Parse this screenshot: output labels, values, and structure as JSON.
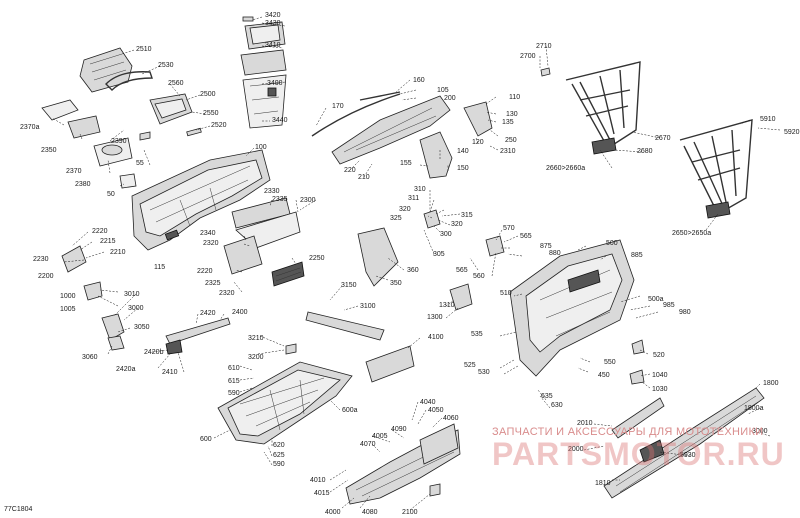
{
  "diagram": {
    "code": "77C1804",
    "watermark": {
      "line1": "ЗАПЧАСТИ И АКСЕССУАРЫ ДЛЯ МОТОТЕХНИКИ",
      "line2": "PARTSMOTOR.RU"
    },
    "labels": [
      {
        "id": "l3420",
        "text": "3420"
      },
      {
        "id": "l3430",
        "text": "3430"
      },
      {
        "id": "l3410",
        "text": "3410"
      },
      {
        "id": "l3400",
        "text": "3400"
      },
      {
        "id": "l3440",
        "text": "3440"
      },
      {
        "id": "l2510",
        "text": "2510"
      },
      {
        "id": "l2530",
        "text": "2530"
      },
      {
        "id": "l2560",
        "text": "2560"
      },
      {
        "id": "l2500",
        "text": "2500"
      },
      {
        "id": "l2550",
        "text": "2550"
      },
      {
        "id": "l2520",
        "text": "2520"
      },
      {
        "id": "l2370a",
        "text": "2370a"
      },
      {
        "id": "l2350",
        "text": "2350"
      },
      {
        "id": "l2390",
        "text": "2390"
      },
      {
        "id": "l2370",
        "text": "2370"
      },
      {
        "id": "l2380",
        "text": "2380"
      },
      {
        "id": "l55",
        "text": "55"
      },
      {
        "id": "l50",
        "text": "50"
      },
      {
        "id": "l100",
        "text": "100"
      },
      {
        "id": "l2330",
        "text": "2330"
      },
      {
        "id": "l2335",
        "text": "2335"
      },
      {
        "id": "l2300",
        "text": "2300"
      },
      {
        "id": "l2340",
        "text": "2340"
      },
      {
        "id": "l2320a",
        "text": "2320"
      },
      {
        "id": "l2220",
        "text": "2220"
      },
      {
        "id": "l2215",
        "text": "2215"
      },
      {
        "id": "l2210",
        "text": "2210"
      },
      {
        "id": "l2230",
        "text": "2230"
      },
      {
        "id": "l2200",
        "text": "2200"
      },
      {
        "id": "l115",
        "text": "115"
      },
      {
        "id": "l2220b",
        "text": "2220"
      },
      {
        "id": "l2325",
        "text": "2325"
      },
      {
        "id": "l2320b",
        "text": "2320"
      },
      {
        "id": "l2250",
        "text": "2250"
      },
      {
        "id": "l1000",
        "text": "1000"
      },
      {
        "id": "l1005",
        "text": "1005"
      },
      {
        "id": "l3010",
        "text": "3010"
      },
      {
        "id": "l3000",
        "text": "3000"
      },
      {
        "id": "l3050",
        "text": "3050"
      },
      {
        "id": "l3060",
        "text": "3060"
      },
      {
        "id": "l2420",
        "text": "2420"
      },
      {
        "id": "l2400",
        "text": "2400"
      },
      {
        "id": "l2420b",
        "text": "2420b"
      },
      {
        "id": "l2420a",
        "text": "2420a"
      },
      {
        "id": "l2410",
        "text": "2410"
      },
      {
        "id": "l170",
        "text": "170"
      },
      {
        "id": "l160",
        "text": "160"
      },
      {
        "id": "l105",
        "text": "105"
      },
      {
        "id": "l200",
        "text": "200"
      },
      {
        "id": "l110",
        "text": "110"
      },
      {
        "id": "l130",
        "text": "130"
      },
      {
        "id": "l135",
        "text": "135"
      },
      {
        "id": "l250",
        "text": "250"
      },
      {
        "id": "l120",
        "text": "120"
      },
      {
        "id": "l2310",
        "text": "2310"
      },
      {
        "id": "l140",
        "text": "140"
      },
      {
        "id": "l155",
        "text": "155"
      },
      {
        "id": "l150",
        "text": "150"
      },
      {
        "id": "l220",
        "text": "220"
      },
      {
        "id": "l210",
        "text": "210"
      },
      {
        "id": "l2710",
        "text": "2710"
      },
      {
        "id": "l2700",
        "text": "2700"
      },
      {
        "id": "l2670",
        "text": "2670"
      },
      {
        "id": "l2680",
        "text": "2680"
      },
      {
        "id": "l2660",
        "text": "2660>2660a"
      },
      {
        "id": "l5910",
        "text": "5910"
      },
      {
        "id": "l5920",
        "text": "5920"
      },
      {
        "id": "l2650",
        "text": "2650>2650a"
      },
      {
        "id": "l310",
        "text": "310"
      },
      {
        "id": "l311",
        "text": "311"
      },
      {
        "id": "l320a",
        "text": "320"
      },
      {
        "id": "l325",
        "text": "325"
      },
      {
        "id": "l315",
        "text": "315"
      },
      {
        "id": "l320b",
        "text": "320"
      },
      {
        "id": "l300",
        "text": "300"
      },
      {
        "id": "l305",
        "text": "305"
      },
      {
        "id": "l360",
        "text": "360"
      },
      {
        "id": "l350",
        "text": "350"
      },
      {
        "id": "l570",
        "text": "570"
      },
      {
        "id": "l565a",
        "text": "565"
      },
      {
        "id": "l875",
        "text": "875"
      },
      {
        "id": "l880",
        "text": "880"
      },
      {
        "id": "l500",
        "text": "500"
      },
      {
        "id": "l885",
        "text": "885"
      },
      {
        "id": "l565b",
        "text": "565"
      },
      {
        "id": "l560",
        "text": "560"
      },
      {
        "id": "l510",
        "text": "510"
      },
      {
        "id": "l1310",
        "text": "1310"
      },
      {
        "id": "l1300",
        "text": "1300"
      },
      {
        "id": "l500a",
        "text": "500a"
      },
      {
        "id": "l985",
        "text": "985"
      },
      {
        "id": "l980",
        "text": "980"
      },
      {
        "id": "l535",
        "text": "535"
      },
      {
        "id": "l525",
        "text": "525"
      },
      {
        "id": "l530",
        "text": "530"
      },
      {
        "id": "l550",
        "text": "550"
      },
      {
        "id": "l450",
        "text": "450"
      },
      {
        "id": "l520",
        "text": "520"
      },
      {
        "id": "l1040",
        "text": "1040"
      },
      {
        "id": "l1030",
        "text": "1030"
      },
      {
        "id": "l635",
        "text": "635"
      },
      {
        "id": "l630",
        "text": "630"
      },
      {
        "id": "l3150",
        "text": "3150"
      },
      {
        "id": "l3100",
        "text": "3100"
      },
      {
        "id": "l4100",
        "text": "4100"
      },
      {
        "id": "l3210",
        "text": "3210"
      },
      {
        "id": "l3200",
        "text": "3200"
      },
      {
        "id": "l610",
        "text": "610"
      },
      {
        "id": "l615",
        "text": "615"
      },
      {
        "id": "l590a",
        "text": "590"
      },
      {
        "id": "l600a",
        "text": "600a"
      },
      {
        "id": "l600",
        "text": "600"
      },
      {
        "id": "l620",
        "text": "620"
      },
      {
        "id": "l625",
        "text": "625"
      },
      {
        "id": "l590b",
        "text": "590"
      },
      {
        "id": "l4040",
        "text": "4040"
      },
      {
        "id": "l4050",
        "text": "4050"
      },
      {
        "id": "l4060",
        "text": "4060"
      },
      {
        "id": "l4090",
        "text": "4090"
      },
      {
        "id": "l4005",
        "text": "4005"
      },
      {
        "id": "l4070",
        "text": "4070"
      },
      {
        "id": "l4010",
        "text": "4010"
      },
      {
        "id": "l4015",
        "text": "4015"
      },
      {
        "id": "l4000",
        "text": "4000"
      },
      {
        "id": "l4080",
        "text": "4080"
      },
      {
        "id": "l2100",
        "text": "2100"
      },
      {
        "id": "l2010",
        "text": "2010"
      },
      {
        "id": "l2000",
        "text": "2000"
      },
      {
        "id": "l1810",
        "text": "1810"
      },
      {
        "id": "l1800",
        "text": "1800"
      },
      {
        "id": "l1800a",
        "text": "1800a"
      },
      {
        "id": "l3000b",
        "text": "3000"
      },
      {
        "id": "l5930",
        "text": "5930"
      }
    ]
  }
}
